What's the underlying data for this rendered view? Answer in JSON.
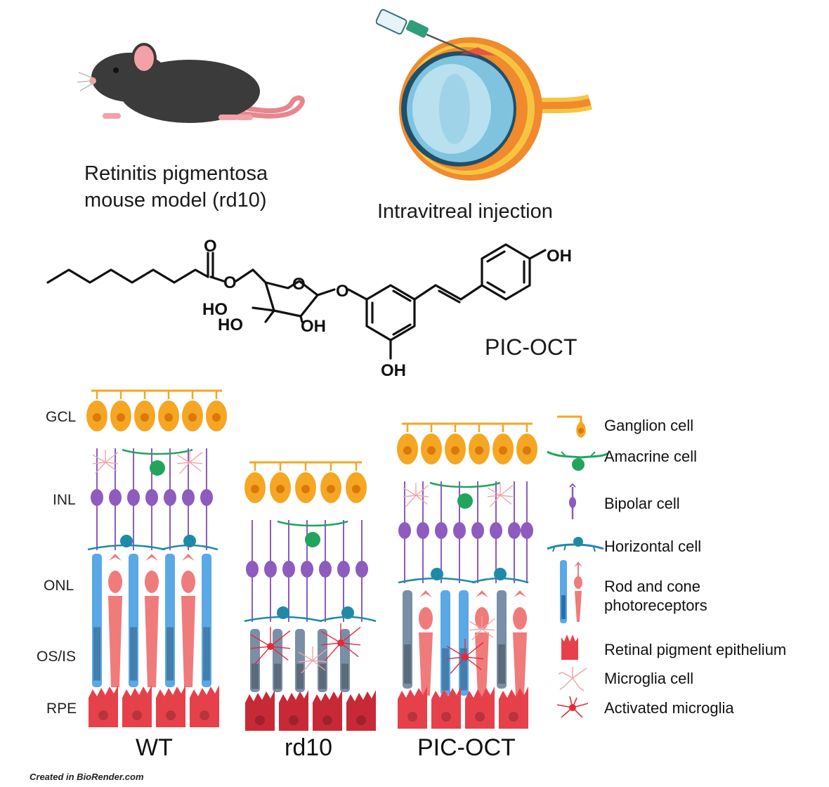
{
  "top": {
    "mouse_caption_line1": "Retinitis pigmentosa",
    "mouse_caption_line2": "mouse model (rd10)",
    "injection_caption": "Intravitreal injection"
  },
  "molecule": {
    "name": "PIC-OCT",
    "labels": {
      "carbonyl_o": "O",
      "ester_o": "O",
      "ring_o": "O",
      "glycosidic_o": "O",
      "oh_top": "OH",
      "oh_bottom": "OH",
      "ho_1": "HO",
      "ho_2": "HO",
      "oh_sugar": "OH"
    }
  },
  "layers": [
    "GCL",
    "INL",
    "ONL",
    "OS/IS",
    "RPE"
  ],
  "panels": [
    "WT",
    "rd10",
    "PIC-OCT"
  ],
  "legend": [
    {
      "label": "Ganglion cell"
    },
    {
      "label": "Amacrine cell"
    },
    {
      "label": "Bipolar cell"
    },
    {
      "label": "Horizontal cell"
    },
    {
      "label": "Rod and cone\nphotoreceptors"
    },
    {
      "label": "Retinal pigment epithelium"
    },
    {
      "label": "Microglia cell"
    },
    {
      "label": "Activated microglia"
    }
  ],
  "footer": "Created in  BioRender.com",
  "colors": {
    "ganglion": "#f5a623",
    "amacrine": "#22a45d",
    "bipolar": "#8e5bbf",
    "horizontal": "#1f8aa8",
    "rod": "#5aa9e6",
    "cone": "#f07b7b",
    "rpe": "#e6414b",
    "microglia": "#f3a3a8",
    "activated_microglia": "#e52a3a",
    "degenerated": "#7a8fa6"
  }
}
